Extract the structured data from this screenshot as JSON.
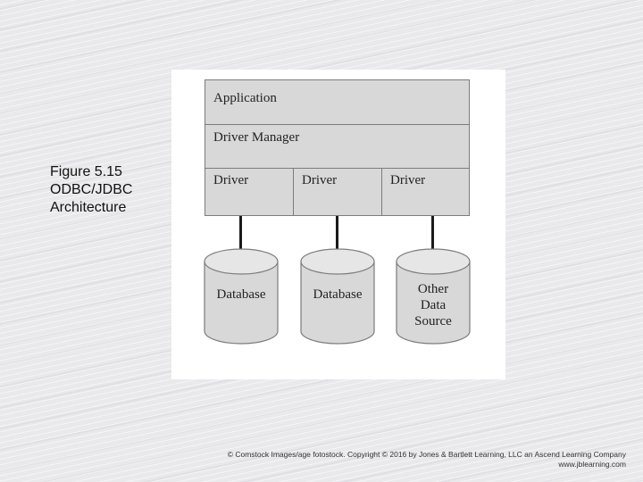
{
  "caption": {
    "line1": "Figure 5.15",
    "line2": "ODBC/JDBC",
    "line3": "Architecture"
  },
  "diagram": {
    "application_label": "Application",
    "driver_manager_label": "Driver Manager",
    "drivers": [
      "Driver",
      "Driver",
      "Driver"
    ],
    "data_stores": [
      {
        "lines": [
          "Database"
        ]
      },
      {
        "lines": [
          "Database"
        ]
      },
      {
        "lines": [
          "Other",
          "Data",
          "Source"
        ]
      }
    ]
  },
  "colors": {
    "layer_fill": "#d8d8d8",
    "layer_border": "#7c7c7c",
    "connector": "#1a1a1a"
  },
  "credits": {
    "line1": "© Comstock Images/age fotostock. Copyright © 2016 by Jones & Bartlett Learning, LLC an Ascend Learning Company",
    "line2": "www.jblearning.com"
  }
}
